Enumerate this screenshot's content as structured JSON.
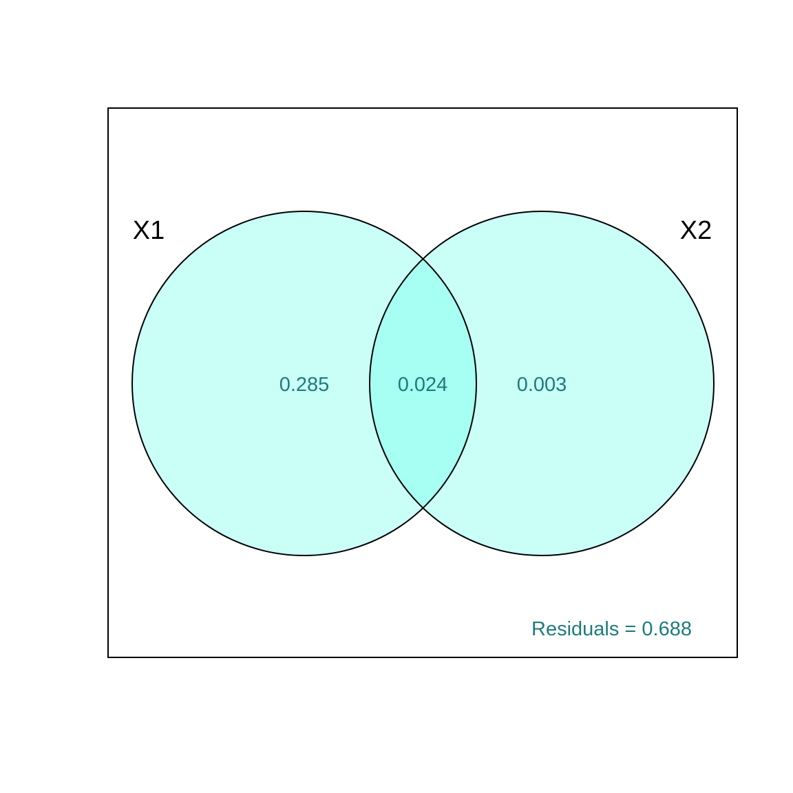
{
  "diagram": {
    "type": "venn",
    "sets": [
      {
        "name": "X1",
        "label": "X1"
      },
      {
        "name": "X2",
        "label": "X2"
      }
    ],
    "regions": {
      "x1_only": "0.285",
      "intersection": "0.024",
      "x2_only": "0.003"
    },
    "residuals_text": "Residuals = 0.688",
    "colors": {
      "circle_fill": "#cafff8",
      "overlap_fill": "#a6fff2",
      "circle_stroke": "#000000",
      "value_text": "#1e7b7b",
      "frame_stroke": "#000000"
    }
  }
}
